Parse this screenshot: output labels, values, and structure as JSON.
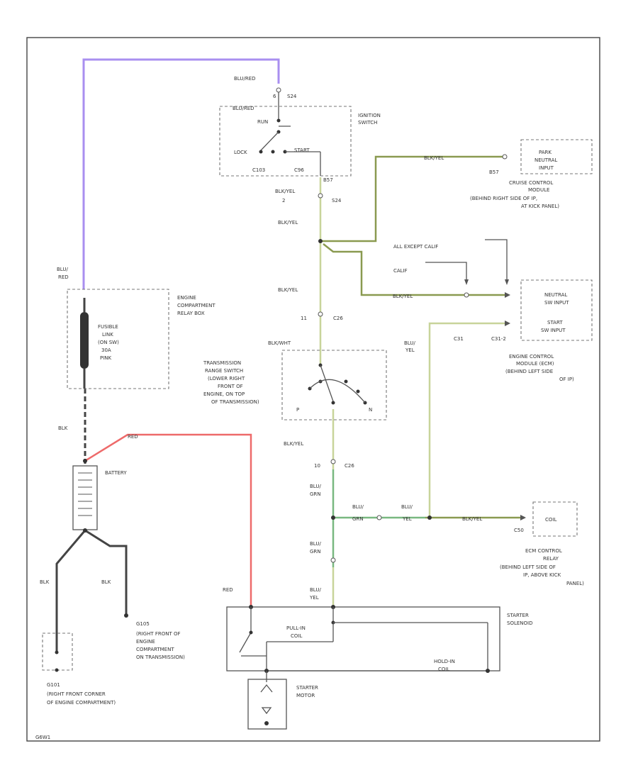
{
  "colors": {
    "purple_wire": "#a98ff0",
    "yellow_wire": "#c8d49a",
    "olive_wire": "#8a9a50",
    "red_wire": "#ee6a6a",
    "green_wire": "#79b880",
    "black_wire": "#444444"
  },
  "ignition": {
    "wire_top": "BLU/RED",
    "pin_top": "6",
    "conn_top": "S24",
    "wire_inner": "BLU/RED",
    "pos_run": "RUN",
    "pos_lock": "LOCK",
    "pos_start": "START",
    "conn_left": "C103",
    "conn_right": "C96",
    "label_line1": "IGNITION",
    "label_line2": "SWITCH",
    "bottom_pin": "B57",
    "wire_below": "BLK/YEL",
    "pin_below": "2",
    "conn_below": "S24",
    "wire_mid": "BLK/YEL"
  },
  "park_neutral": {
    "wire": "BLK/YEL",
    "pin": "B57",
    "box_line1": "PARK",
    "box_line2": "NEUTRAL",
    "box_line3": "INPUT",
    "label_line1": "CRUISE CONTROL",
    "label_line2": "MODULE",
    "label_line3": "(BEHIND RIGHT SIDE OF IP,",
    "label_line4": "AT KICK PANEL)"
  },
  "ecm": {
    "note_all": "ALL EXCEPT CALIF",
    "note_calif": "CALIF",
    "wire_neutral": "BLK/YEL",
    "box_line1": "NEUTRAL",
    "box_line2": "SW INPUT",
    "box_line3": "START",
    "box_line4": "SW INPUT",
    "wire_start_1": "BLU/",
    "wire_start_2": "YEL",
    "pin_1": "C31",
    "pin_2": "C31-2",
    "label_line1": "ENGINE CONTROL",
    "label_line2": "MODULE (ECM)",
    "label_line3": "(BEHIND LEFT SIDE",
    "label_line4": "OF IP)"
  },
  "trs": {
    "wire_above": "BLK/YEL",
    "pin_above": "11",
    "conn_above": "C26",
    "wire_left": "BLK/WHT",
    "label_line1": "TRANSMISSION",
    "label_line2": "RANGE SWITCH",
    "label_line3": "(LOWER RIGHT",
    "label_line4": "FRONT OF",
    "label_line5": "ENGINE, ON TOP",
    "label_line6": "OF TRANSMISSION)",
    "pos_p": "P",
    "pos_n": "N",
    "wire_below": "BLK/YEL",
    "pin_below": "10",
    "conn_below": "C26"
  },
  "relay_box": {
    "wire_top_1": "BLU/",
    "wire_top_2": "RED",
    "label_line1": "ENGINE",
    "label_line2": "COMPARTMENT",
    "label_line3": "RELAY BOX",
    "fuse_line1": "FUSIBLE",
    "fuse_line2": "LINK",
    "fuse_line3": "(ON SW)",
    "fuse_line4": "30A",
    "fuse_line5": "PINK"
  },
  "battery": {
    "wire_blk_top": "BLK",
    "wire_red": "RED",
    "label": "BATTERY",
    "wire_left": "BLK",
    "wire_right": "BLK"
  },
  "grounds": {
    "g105_id": "G105",
    "g105_line1": "(RIGHT FRONT OF",
    "g105_line2": "ENGINE",
    "g105_line3": "COMPARTMENT",
    "g105_line4": "ON TRANSMISSION)",
    "g101_id": "G101",
    "g101_line1": "(RIGHT FRONT CORNER",
    "g101_line2": "OF ENGINE COMPARTMENT)"
  },
  "relay_circuit": {
    "wire_a_1": "BLU/",
    "wire_a_2": "GRN",
    "wire_b_1": "BLU/",
    "wire_b_2": "GRN",
    "wire_c_1": "BLU/",
    "wire_c_2": "YEL",
    "wire_d": "BLK/YEL",
    "wire_e_1": "BLU/",
    "wire_e_2": "GRN",
    "wire_f_1": "BLU/",
    "wire_f_2": "YEL",
    "relay_pin": "C50",
    "relay_box": "COIL",
    "relay_line1": "ECM CONTROL",
    "relay_line2": "RELAY",
    "relay_line3": "(BEHIND LEFT SIDE OF",
    "relay_line4": "IP, ABOVE KICK",
    "relay_line5": "PANEL)"
  },
  "starter": {
    "wire_red": "RED",
    "pull_in_1": "PULL-IN",
    "pull_in_2": "COIL",
    "hold_in_1": "HOLD-IN",
    "hold_in_2": "COIL",
    "solenoid_1": "STARTER",
    "solenoid_2": "SOLENOID",
    "motor_1": "STARTER",
    "motor_2": "MOTOR"
  },
  "footer": {
    "code": "G6W1"
  }
}
